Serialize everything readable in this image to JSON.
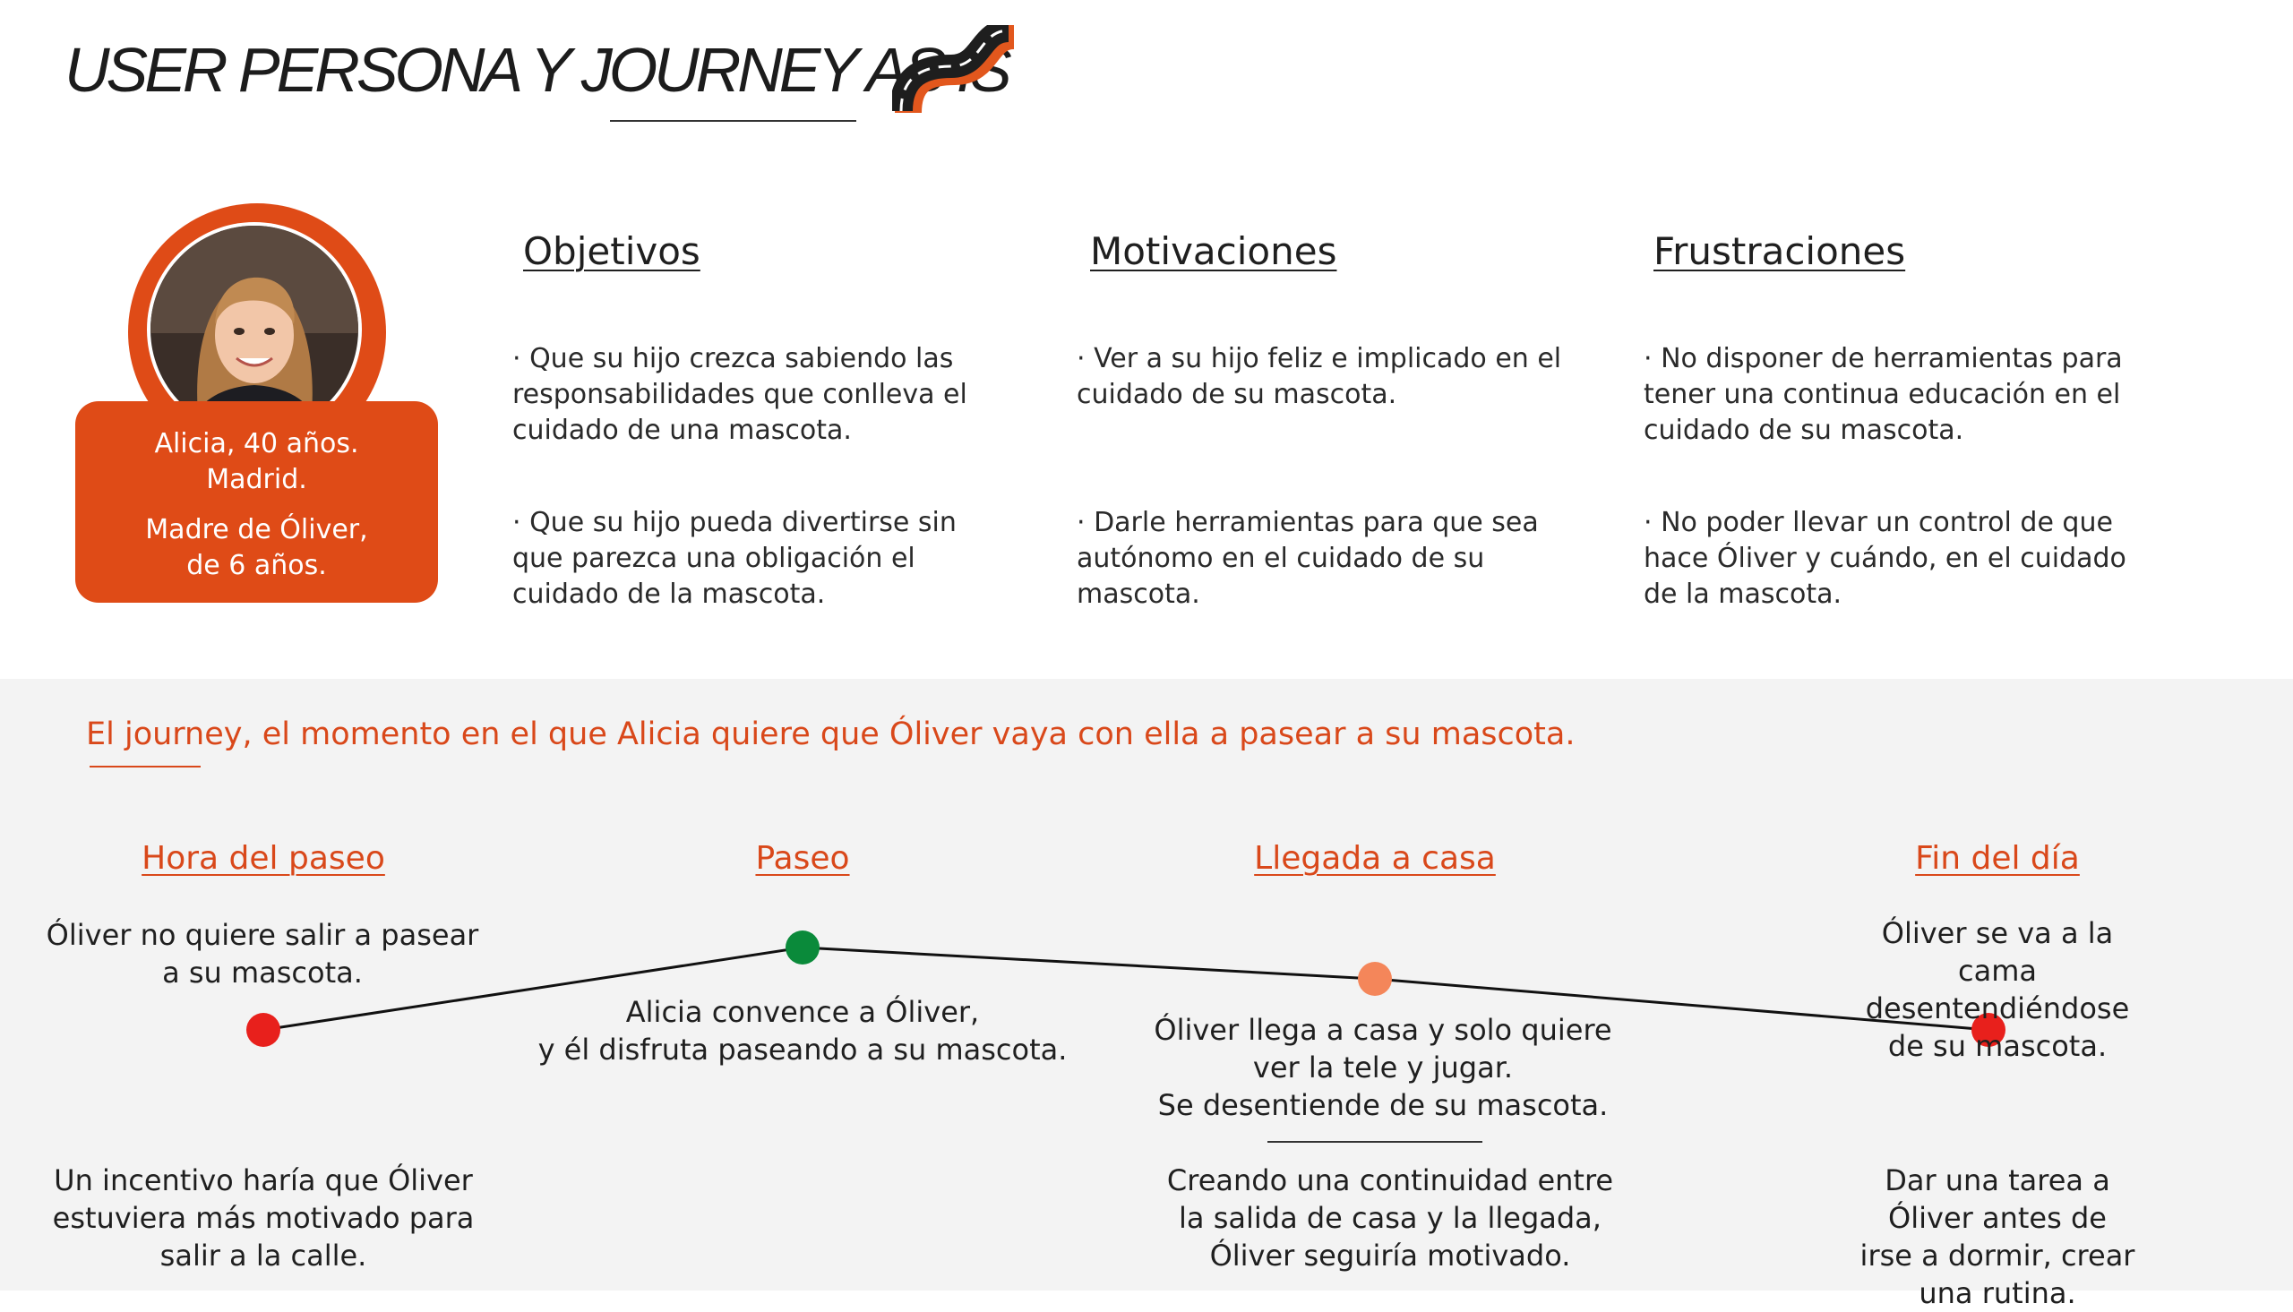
{
  "header": {
    "title": "USER PERSONA Y JOURNEY AS IS",
    "logo_icon": "road-icon"
  },
  "persona": {
    "photo": "avatar-photo",
    "line1": "Alicia, 40 años.",
    "line2": "Madrid.",
    "line3": "Madre de Óliver,",
    "line4": "de 6 años."
  },
  "columns": {
    "objetivos": {
      "heading": "Objetivos",
      "items": [
        "· Que su hijo crezca sabiendo las\nresponsabilidades que conlleva el\ncuidado de una mascota.",
        "· Que su hijo pueda divertirse sin\nque parezca una obligación el\ncuidado de la mascota."
      ]
    },
    "motivaciones": {
      "heading": "Motivaciones",
      "items": [
        "· Ver a su hijo feliz e implicado en el\ncuidado de su mascota.",
        "· Darle herramientas para que sea\nautónomo en el cuidado de su\nmascota."
      ]
    },
    "frustraciones": {
      "heading": "Frustraciones",
      "items": [
        "· No disponer de herramientas para\ntener una continua educación en el\ncuidado de su mascota.",
        "· No poder llevar un control de que\nhace Óliver y cuándo, en el cuidado\nde la mascota."
      ]
    }
  },
  "journey": {
    "title": "El journey, el momento en el que Alicia quiere que Óliver vaya con ella a pasear a su mascota.",
    "stages": [
      {
        "heading": "Hora del paseo",
        "text": "Óliver no quiere salir a pasear\na su mascota.",
        "idea": "Un incentivo haría que Óliver\nestuviera más motivado para\nsalir a la calle.",
        "color": "#e8201c"
      },
      {
        "heading": "Paseo",
        "text": "Alicia convence a Óliver,\ny él disfruta paseando a su mascota.",
        "idea": "",
        "color": "#0a8a3a"
      },
      {
        "heading": "Llegada a casa",
        "text": "Óliver llega a casa y solo quiere\nver la tele y jugar.\nSe desentiende de su mascota.",
        "idea": "Creando una continuidad entre\nla salida de casa y la llegada,\nÓliver seguiría motivado.",
        "color": "#f4865a"
      },
      {
        "heading": "Fin del día",
        "text": "Óliver se va a la cama\ndesentendiéndose de su mascota.",
        "idea": "Dar una tarea a Óliver antes de\nirse a dormir, crear una rutina.",
        "color": "#e8201c"
      }
    ]
  },
  "colors": {
    "accent": "#df4b17",
    "journey_bg": "#f3f3f3",
    "text": "#1f1f1f"
  }
}
